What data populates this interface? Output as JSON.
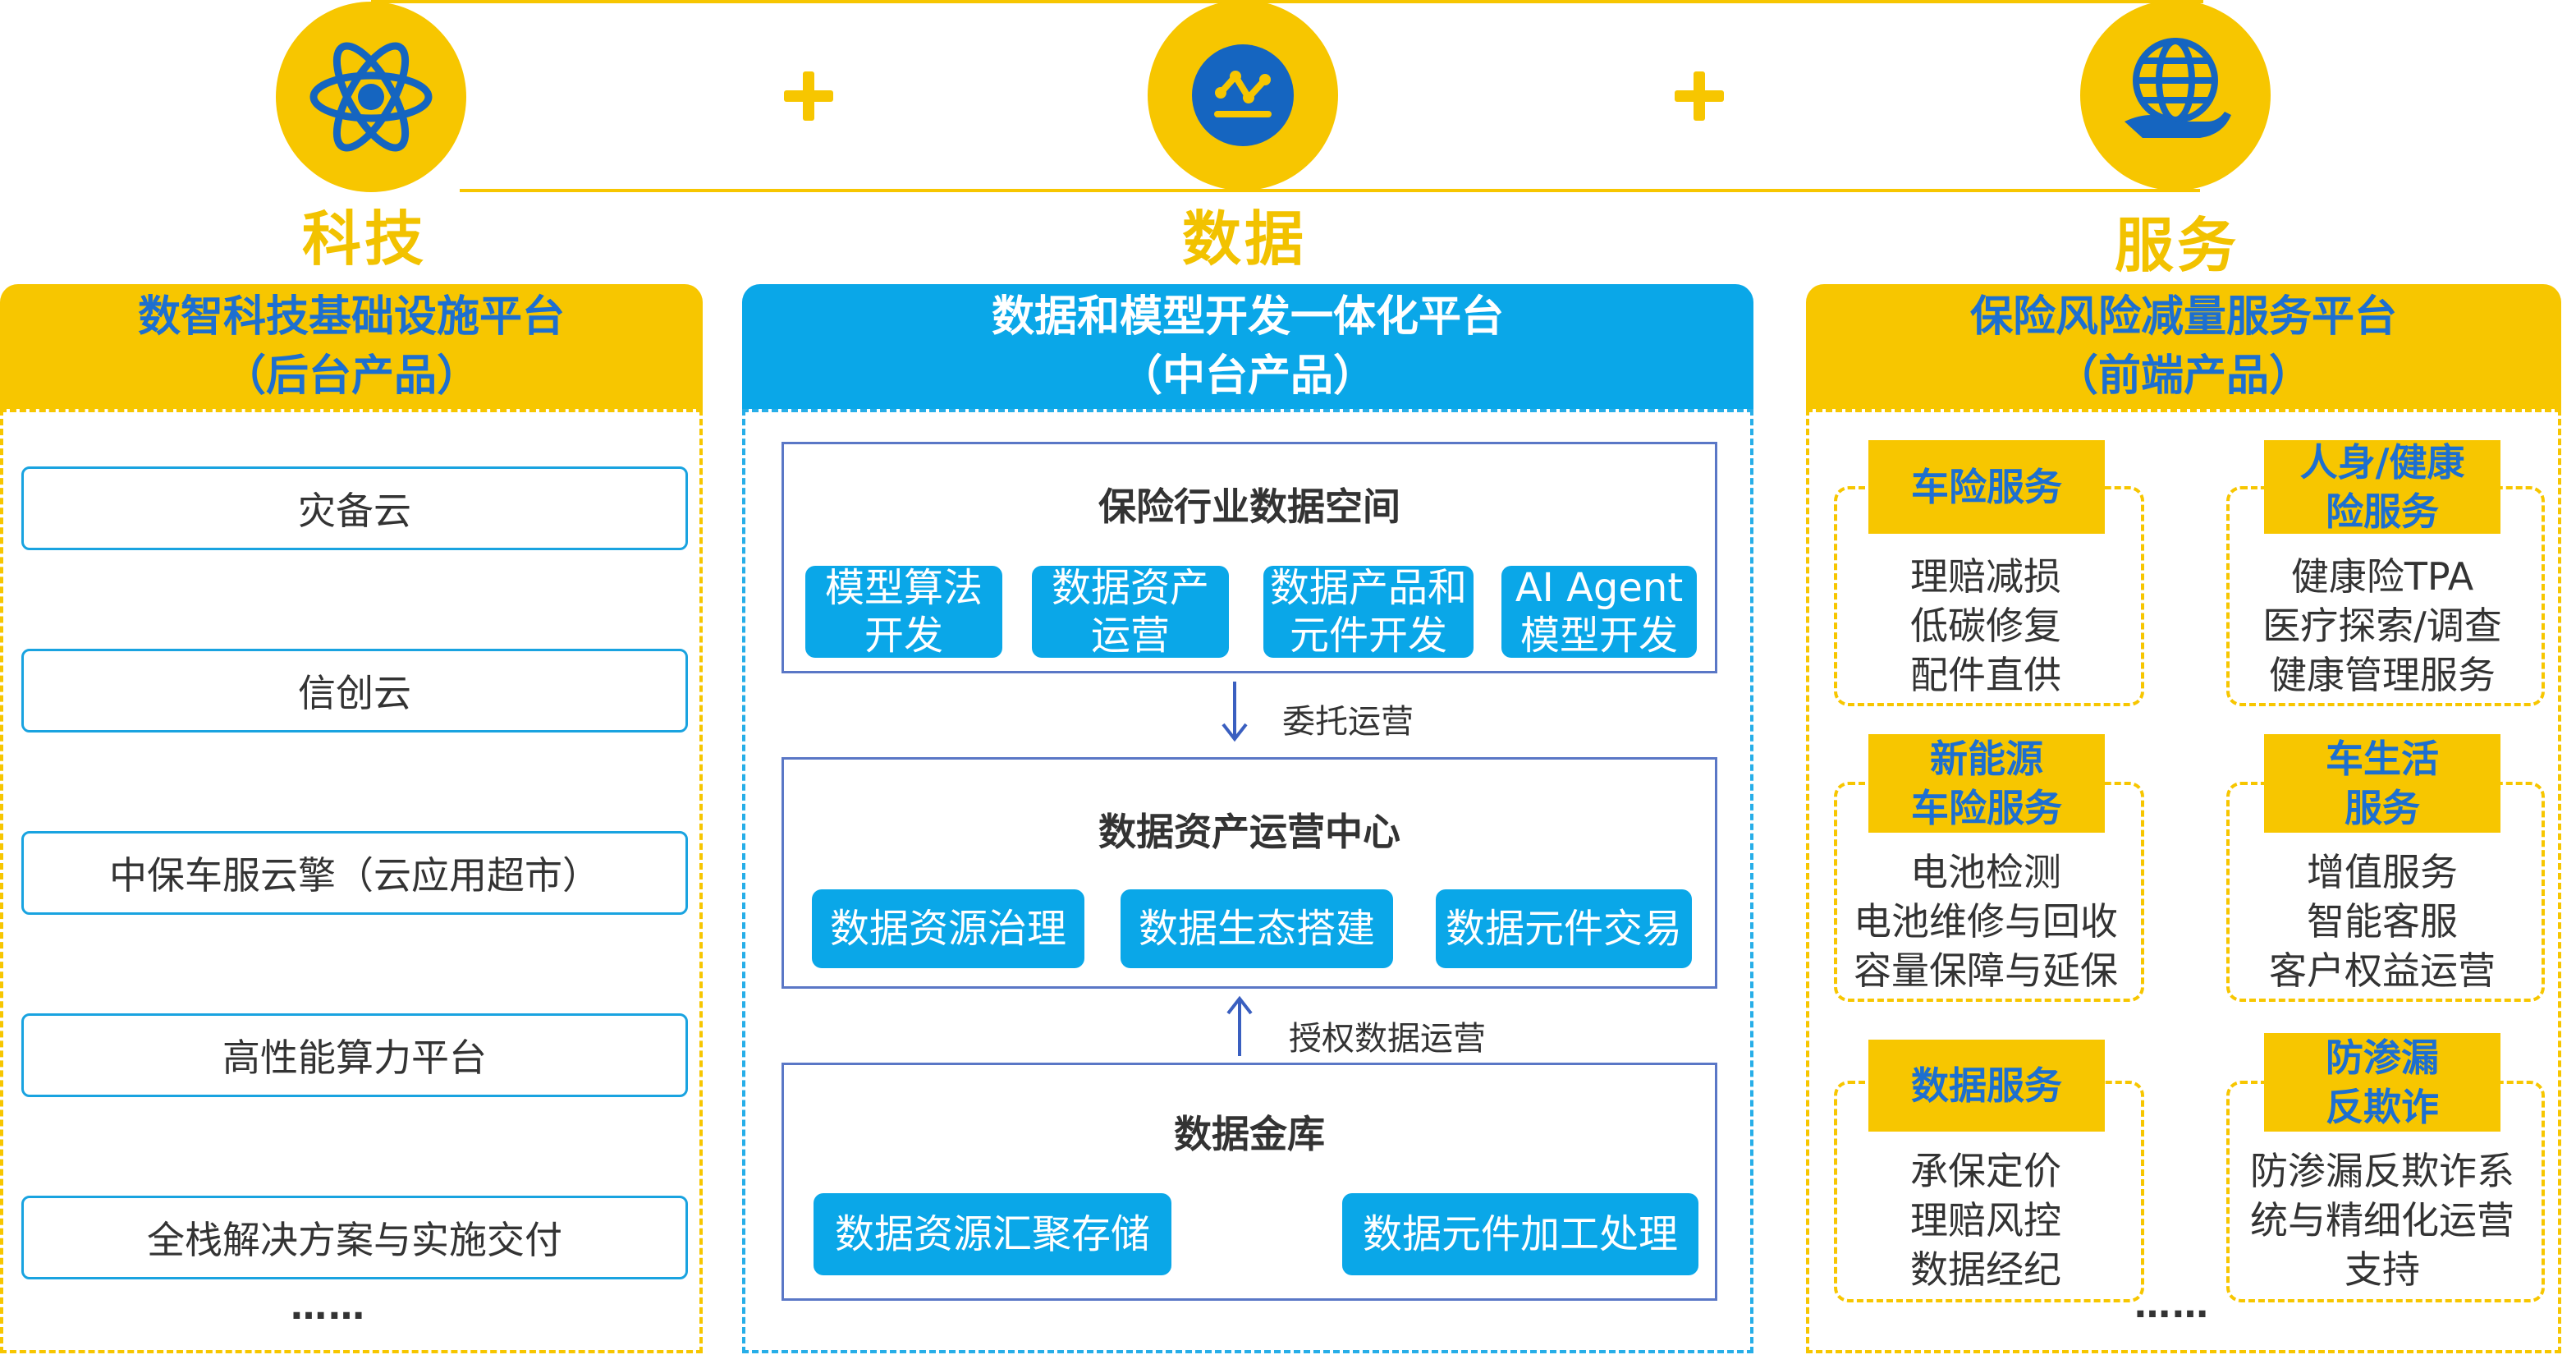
{
  "top": {
    "items": [
      {
        "label": "科技",
        "icon": "atom-icon"
      },
      {
        "label": "数据",
        "icon": "data-graph-icon"
      },
      {
        "label": "服务",
        "icon": "globe-hand-icon"
      }
    ]
  },
  "left": {
    "title": "数智科技基础设施平台",
    "subtitle": "（后台产品）",
    "items": [
      "灾备云",
      "信创云",
      "中保车服云擎（云应用超市）",
      "高性能算力平台",
      "全栈解决方案与实施交付"
    ],
    "more": "……"
  },
  "middle": {
    "title": "数据和模型开发一体化平台",
    "subtitle": "（中台产品）",
    "space": {
      "title": "保险行业数据空间",
      "buttons": [
        [
          "模型算法",
          "开发"
        ],
        [
          "数据资产",
          "运营"
        ],
        [
          "数据产品和",
          "元件开发"
        ],
        [
          "AI Agent",
          "模型开发"
        ]
      ]
    },
    "arrow1_label": "委托运营",
    "center": {
      "title": "数据资产运营中心",
      "buttons": [
        "数据资源治理",
        "数据生态搭建",
        "数据元件交易"
      ]
    },
    "arrow2_label": "授权数据运营",
    "vault": {
      "title": "数据金库",
      "buttons": [
        "数据资源汇聚存储",
        "数据元件加工处理"
      ]
    }
  },
  "right": {
    "title": "保险风险减量服务平台",
    "subtitle": "（前端产品）",
    "services": [
      {
        "tag": [
          "车险服务"
        ],
        "lines": [
          "理赔减损",
          "低碳修复",
          "配件直供"
        ]
      },
      {
        "tag": [
          "人身/健康",
          "险服务"
        ],
        "lines": [
          "健康险TPA",
          "医疗探索/调查",
          "健康管理服务"
        ]
      },
      {
        "tag": [
          "新能源",
          "车险服务"
        ],
        "lines": [
          "电池检测",
          "电池维修与回收",
          "容量保障与延保"
        ]
      },
      {
        "tag": [
          "车生活",
          "服务"
        ],
        "lines": [
          "增值服务",
          "智能客服",
          "客户权益运营"
        ]
      },
      {
        "tag": [
          "数据服务"
        ],
        "lines": [
          "承保定价",
          "理赔风控",
          "数据经纪"
        ]
      },
      {
        "tag": [
          "防渗漏",
          "反欺诈"
        ],
        "lines": [
          "防渗漏反欺诈系",
          "统与精细化运营",
          "支持"
        ]
      }
    ],
    "more": "……"
  },
  "colors": {
    "yellow": "#f7c600",
    "blue": "#0aa7e8",
    "title_blue": "#1d6fd0",
    "frame": "#5a77c6"
  }
}
